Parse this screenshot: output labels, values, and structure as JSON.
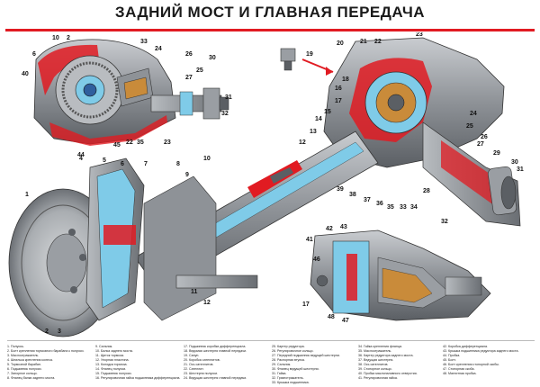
{
  "title": "ЗАДНИЙ МОСТ И ГЛАВНАЯ ПЕРЕДАЧА",
  "callouts": {
    "top_left": [
      "10",
      "2",
      "40",
      "6",
      "33",
      "24",
      "26",
      "30",
      "25",
      "27",
      "31",
      "32",
      "22",
      "35",
      "44",
      "45",
      "23"
    ],
    "center": [
      "19",
      "21",
      "22",
      "23",
      "20",
      "18",
      "16",
      "17",
      "15",
      "14",
      "13",
      "12",
      "24",
      "25",
      "26",
      "27",
      "29",
      "30",
      "31",
      "32",
      "33",
      "34",
      "35",
      "36",
      "37",
      "38",
      "39",
      "28"
    ],
    "bottom_left": [
      "1",
      "4",
      "5",
      "6",
      "7",
      "8",
      "9",
      "10",
      "11",
      "12",
      "2",
      "3"
    ],
    "inset": [
      "42",
      "43",
      "41",
      "46",
      "17",
      "48",
      "47"
    ]
  },
  "legend": {
    "col1": [
      "1. Полуось.",
      "2. Болт крепления тормозного барабана к полуоси.",
      "3. Маслоотражатель.",
      "4. Шпилька крепления колеса.",
      "5. Тормозной барабан.",
      "6. Подшипник полуоси.",
      "7. Запорное кольцо.",
      "8. Фланец балки заднего моста."
    ],
    "col2": [
      "9. Сальник.",
      "10. Балка заднего моста.",
      "11. Щиток тормоза.",
      "12. Упорная пластина.",
      "13. Колодка тормоза.",
      "14. Фланец полуоси.",
      "15. Подшипник полуоси.",
      "16. Регулировочная гайка подшипника дифференциала."
    ],
    "col3": [
      "17. Подшипник коробки дифференциала.",
      "18. Ведомая шестерня главной передачи.",
      "19. Сапун.",
      "20. Коробка сателлитов.",
      "21. Ось сателлитов.",
      "22. Сателлит.",
      "23. Шестерня полуоси.",
      "24. Ведущая шестерня главной передачи."
    ],
    "col4": [
      "25. Картер редуктора.",
      "26. Регулировочное кольцо.",
      "27. Передний подшипник ведущей шестерни.",
      "28. Распорная втулка.",
      "29. Сальник.",
      "30. Фланец ведущей шестерни.",
      "31. Гайка.",
      "32. Грязеотражатель.",
      "33. Крышка подшипника."
    ],
    "col5": [
      "34. Гайка крепления фланца.",
      "35. Маслоотражатель.",
      "36. Картер редуктора заднего моста.",
      "37. Ведущая шестерня.",
      "38. Ось сателлитов.",
      "39. Стопорное кольцо.",
      "40. Пробка маслоналивного отверстия.",
      "41. Регулировочная гайка."
    ],
    "col6": [
      "42. Коробка дифференциала.",
      "43. Крышка подшипника редуктора заднего моста.",
      "44. Пробка.",
      "45. Болт.",
      "46. Болт крепления стопорной скобы.",
      "47. Стопорная скоба.",
      "48. Магнитная пробка."
    ]
  },
  "colors": {
    "accent_red": "#e11b22",
    "highlight_blue": "#7fcbe8",
    "steel_grey": "#9a9ea3",
    "dark_grey": "#5b5f64"
  }
}
